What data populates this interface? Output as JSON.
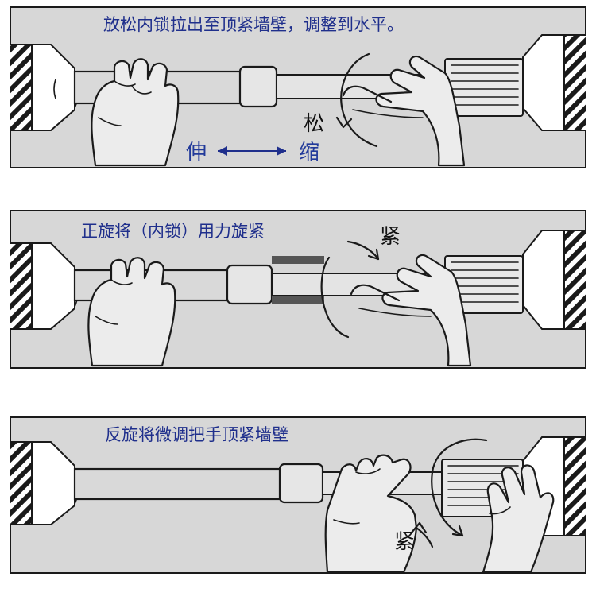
{
  "steps": [
    {
      "caption": "放松内锁拉出至顶紧墙壁，调整到水平。",
      "label_loosen": "松",
      "label_extend": "伸",
      "label_retract": "缩"
    },
    {
      "caption": "正旋将（内锁）用力旋紧",
      "label_tighten": "紧"
    },
    {
      "caption": "反旋将微调把手顶紧墙壁",
      "label_tighten": "紧"
    }
  ],
  "colors": {
    "panel_bg": "#d7d7d7",
    "panel_border": "#1a1a1a",
    "caption_blue": "#1f2f8c",
    "band_dark": "#555555"
  },
  "icons": [
    "wall-hatch-icon",
    "rotation-arrow-icon",
    "double-arrow-icon",
    "hand-icon"
  ]
}
